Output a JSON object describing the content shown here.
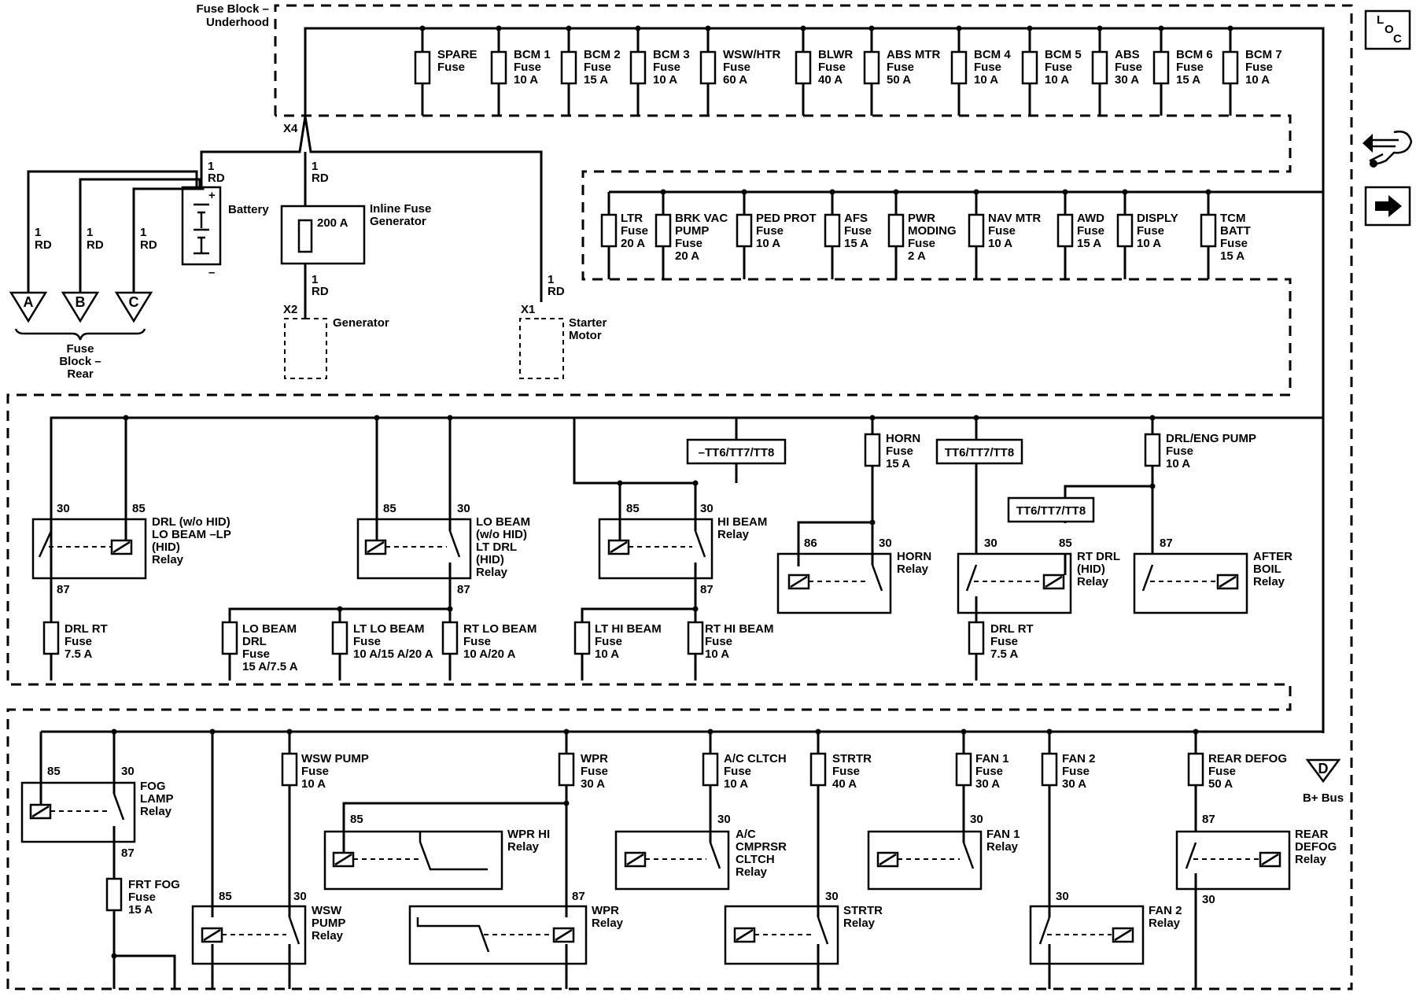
{
  "underhood_block": {
    "line1": "Fuse Block –",
    "line2": "Underhood"
  },
  "rear_block": {
    "line1": "Fuse",
    "line2": "Block –",
    "line3": "Rear"
  },
  "wire_label": {
    "gauge": "1",
    "color": "RD"
  },
  "connectors": {
    "x4": "X4",
    "x2": "X2",
    "x1": "X1"
  },
  "battery": {
    "label": "Battery",
    "plus": "+",
    "minus": "–"
  },
  "inline_fuse": {
    "rating": "200 A",
    "line1": "Inline Fuse",
    "line2": "Generator"
  },
  "generator": {
    "label": "Generator"
  },
  "starter": {
    "line1": "Starter",
    "line2": "Motor"
  },
  "bus": {
    "letter": "D",
    "label": "B+ Bus"
  },
  "rear_points": [
    "A",
    "B",
    "C"
  ],
  "nav_icons": {
    "loc": "L O C",
    "nav": "wrench-nav",
    "arrow": "right-arrow"
  },
  "top_fuses": [
    {
      "lines": [
        "SPARE",
        "Fuse"
      ]
    },
    {
      "lines": [
        "BCM 1",
        "Fuse",
        "10 A"
      ]
    },
    {
      "lines": [
        "BCM 2",
        "Fuse",
        "15 A"
      ]
    },
    {
      "lines": [
        "BCM 3",
        "Fuse",
        "10 A"
      ]
    },
    {
      "lines": [
        "WSW/HTR",
        "Fuse",
        "60 A"
      ]
    },
    {
      "lines": [
        "BLWR",
        "Fuse",
        "40 A"
      ]
    },
    {
      "lines": [
        "ABS MTR",
        "Fuse",
        "50 A"
      ]
    },
    {
      "lines": [
        "BCM 4",
        "Fuse",
        "10 A"
      ]
    },
    {
      "lines": [
        "BCM 5",
        "Fuse",
        "10 A"
      ]
    },
    {
      "lines": [
        "ABS",
        "Fuse",
        "30 A"
      ]
    },
    {
      "lines": [
        "BCM 6",
        "Fuse",
        "15 A"
      ]
    },
    {
      "lines": [
        "BCM 7",
        "Fuse",
        "10 A"
      ]
    }
  ],
  "second_fuses": [
    {
      "lines": [
        "LTR",
        "Fuse",
        "20 A"
      ]
    },
    {
      "lines": [
        "BRK VAC",
        "PUMP",
        "Fuse",
        "20 A"
      ]
    },
    {
      "lines": [
        "PED PROT",
        "Fuse",
        "10 A"
      ]
    },
    {
      "lines": [
        "AFS",
        "Fuse",
        "15 A"
      ]
    },
    {
      "lines": [
        "PWR",
        "MODING",
        "Fuse",
        "2 A"
      ]
    },
    {
      "lines": [
        "NAV MTR",
        "Fuse",
        "10 A"
      ]
    },
    {
      "lines": [
        "AWD",
        "Fuse",
        "15 A"
      ]
    },
    {
      "lines": [
        "DISPLY",
        "Fuse",
        "10 A"
      ]
    },
    {
      "lines": [
        "TCM",
        "BATT",
        "Fuse",
        "15 A"
      ]
    }
  ],
  "third_fuses": [
    {
      "lines": [
        "HORN",
        "Fuse",
        "15 A"
      ]
    },
    {
      "lines": [
        "DRL/ENG PUMP",
        "Fuse",
        "10 A"
      ]
    },
    {
      "lines": [
        "DRL RT",
        "Fuse",
        "7.5 A"
      ]
    },
    {
      "lines": [
        "LO BEAM",
        "DRL",
        "Fuse",
        "15 A/7.5 A"
      ]
    },
    {
      "lines": [
        "LT LO BEAM",
        "Fuse",
        "10 A/15 A/20 A"
      ]
    },
    {
      "lines": [
        "RT LO BEAM",
        "Fuse",
        "10 A/20 A"
      ]
    },
    {
      "lines": [
        "LT HI BEAM",
        "Fuse",
        "10 A"
      ]
    },
    {
      "lines": [
        "RT HI BEAM",
        "Fuse",
        "10 A"
      ]
    },
    {
      "lines": [
        "DRL RT",
        "Fuse",
        "7.5 A"
      ]
    }
  ],
  "third_tags": [
    "–TT6/TT7/TT8",
    "TT6/TT7/TT8",
    "TT6/TT7/TT8"
  ],
  "third_relays": [
    {
      "lines": [
        "DRL (w/o HID)",
        "LO BEAM –LP",
        "(HID)",
        "Relay"
      ],
      "pins": [
        "30",
        "85",
        "87"
      ]
    },
    {
      "lines": [
        "LO BEAM",
        "(w/o HID)",
        "LT DRL",
        "(HID)",
        "Relay"
      ],
      "pins": [
        "85",
        "30",
        "87"
      ]
    },
    {
      "lines": [
        "HI BEAM",
        "Relay"
      ],
      "pins": [
        "85",
        "30",
        "87"
      ]
    },
    {
      "lines": [
        "HORN",
        "Relay"
      ],
      "pins": [
        "86",
        "30"
      ]
    },
    {
      "lines": [
        "RT DRL",
        "(HID)",
        "Relay"
      ],
      "pins": [
        "30",
        "85"
      ]
    },
    {
      "lines": [
        "AFTER",
        "BOIL",
        "Relay"
      ],
      "pins": [
        "87"
      ]
    }
  ],
  "bottom_fuses": [
    {
      "lines": [
        "FRT FOG",
        "Fuse",
        "15 A"
      ]
    },
    {
      "lines": [
        "WSW PUMP",
        "Fuse",
        "10 A"
      ]
    },
    {
      "lines": [
        "WPR",
        "Fuse",
        "30 A"
      ]
    },
    {
      "lines": [
        "A/C CLTCH",
        "Fuse",
        "10 A"
      ]
    },
    {
      "lines": [
        "STRTR",
        "Fuse",
        "40 A"
      ]
    },
    {
      "lines": [
        "FAN 1",
        "Fuse",
        "30 A"
      ]
    },
    {
      "lines": [
        "FAN 2",
        "Fuse",
        "30 A"
      ]
    },
    {
      "lines": [
        "REAR DEFOG",
        "Fuse",
        "50 A"
      ]
    }
  ],
  "bottom_relays": [
    {
      "lines": [
        "FOG",
        "LAMP",
        "Relay"
      ],
      "pins": [
        "85",
        "30",
        "87"
      ]
    },
    {
      "lines": [
        "WPR HI",
        "Relay"
      ],
      "pins": [
        "85"
      ]
    },
    {
      "lines": [
        "A/C",
        "CMPRSR",
        "CLTCH",
        "Relay"
      ],
      "pins": [
        "30"
      ]
    },
    {
      "lines": [
        "FAN 1",
        "Relay"
      ],
      "pins": [
        "30"
      ]
    },
    {
      "lines": [
        "REAR",
        "DEFOG",
        "Relay"
      ],
      "pins": [
        "87",
        "30"
      ]
    },
    {
      "lines": [
        "WSW",
        "PUMP",
        "Relay"
      ],
      "pins": [
        "85",
        "30"
      ]
    },
    {
      "lines": [
        "WPR",
        "Relay"
      ],
      "pins": [
        "87"
      ]
    },
    {
      "lines": [
        "STRTR",
        "Relay"
      ],
      "pins": [
        "30"
      ]
    },
    {
      "lines": [
        "FAN 2",
        "Relay"
      ],
      "pins": [
        "30"
      ]
    }
  ]
}
